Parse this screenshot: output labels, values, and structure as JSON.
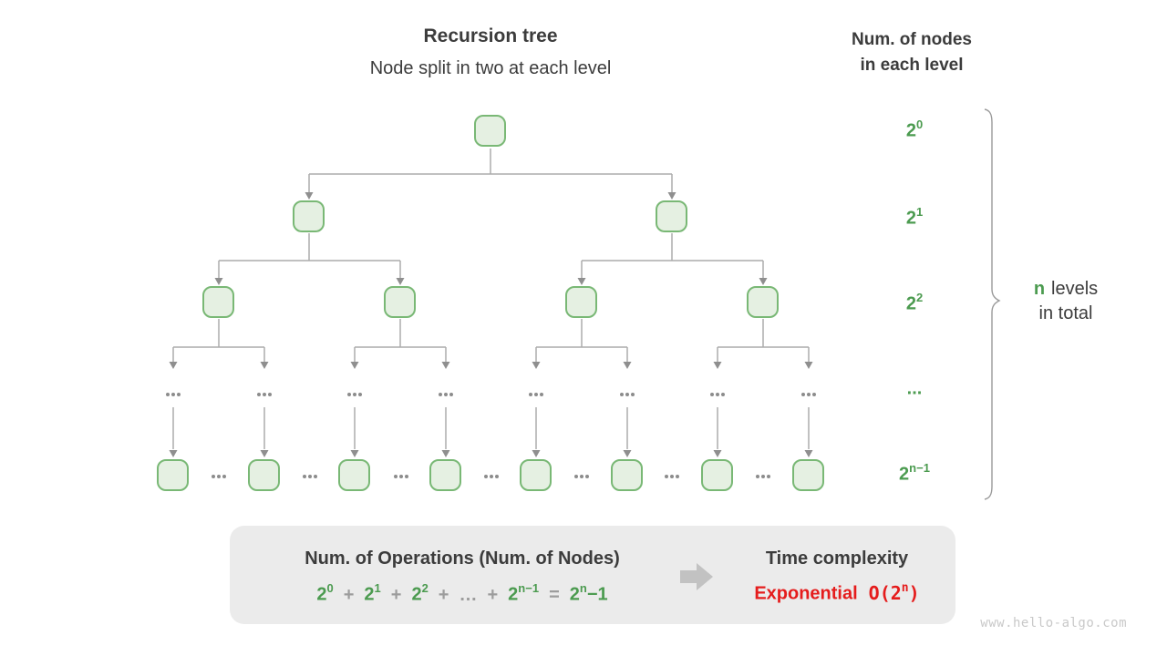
{
  "header": {
    "title": "Recursion tree",
    "subtitle": "Node split in two at each level"
  },
  "legend": {
    "title_line1": "Num. of nodes",
    "title_line2": "in each level",
    "levels": [
      {
        "base": "2",
        "sup": "0"
      },
      {
        "base": "2",
        "sup": "1"
      },
      {
        "base": "2",
        "sup": "2"
      },
      {
        "base": "...",
        "sup": ""
      },
      {
        "base": "2",
        "sup": "n−1"
      }
    ],
    "brace_note": {
      "highlight": "n",
      "line1_rest": "levels",
      "line2": "in total"
    }
  },
  "summary_panel": {
    "operations_title": "Num. of Operations (Num. of Nodes)",
    "formula": {
      "t1b": "2",
      "t1s": "0",
      "op1": "+",
      "t2b": "2",
      "t2s": "1",
      "op2": "+",
      "t3b": "2",
      "t3s": "2",
      "op3": "+",
      "dots": "…",
      "op4": "+",
      "t4b": "2",
      "t4s": "n−1",
      "eq": "=",
      "t5b": "2",
      "t5s": "n",
      "t5suffix": "−1"
    },
    "time_title": "Time complexity",
    "complexity_name": "Exponential",
    "complexity_o": {
      "base": "O(2",
      "sup": "n",
      "close": ")"
    }
  },
  "watermark": "www.hello-algo.com",
  "colors": {
    "green": "#4c9b50",
    "red": "#e51c1c",
    "node_fill": "#e5f0e2",
    "node_border": "#79b875",
    "line_gray": "#acacac",
    "arrow_head": "#8f8f8f",
    "dot_gray": "#8c8c8c",
    "panel_bg": "#ebebeb",
    "brace_gray": "#9a9a9a",
    "block_arrow": "#c2c2c2"
  }
}
